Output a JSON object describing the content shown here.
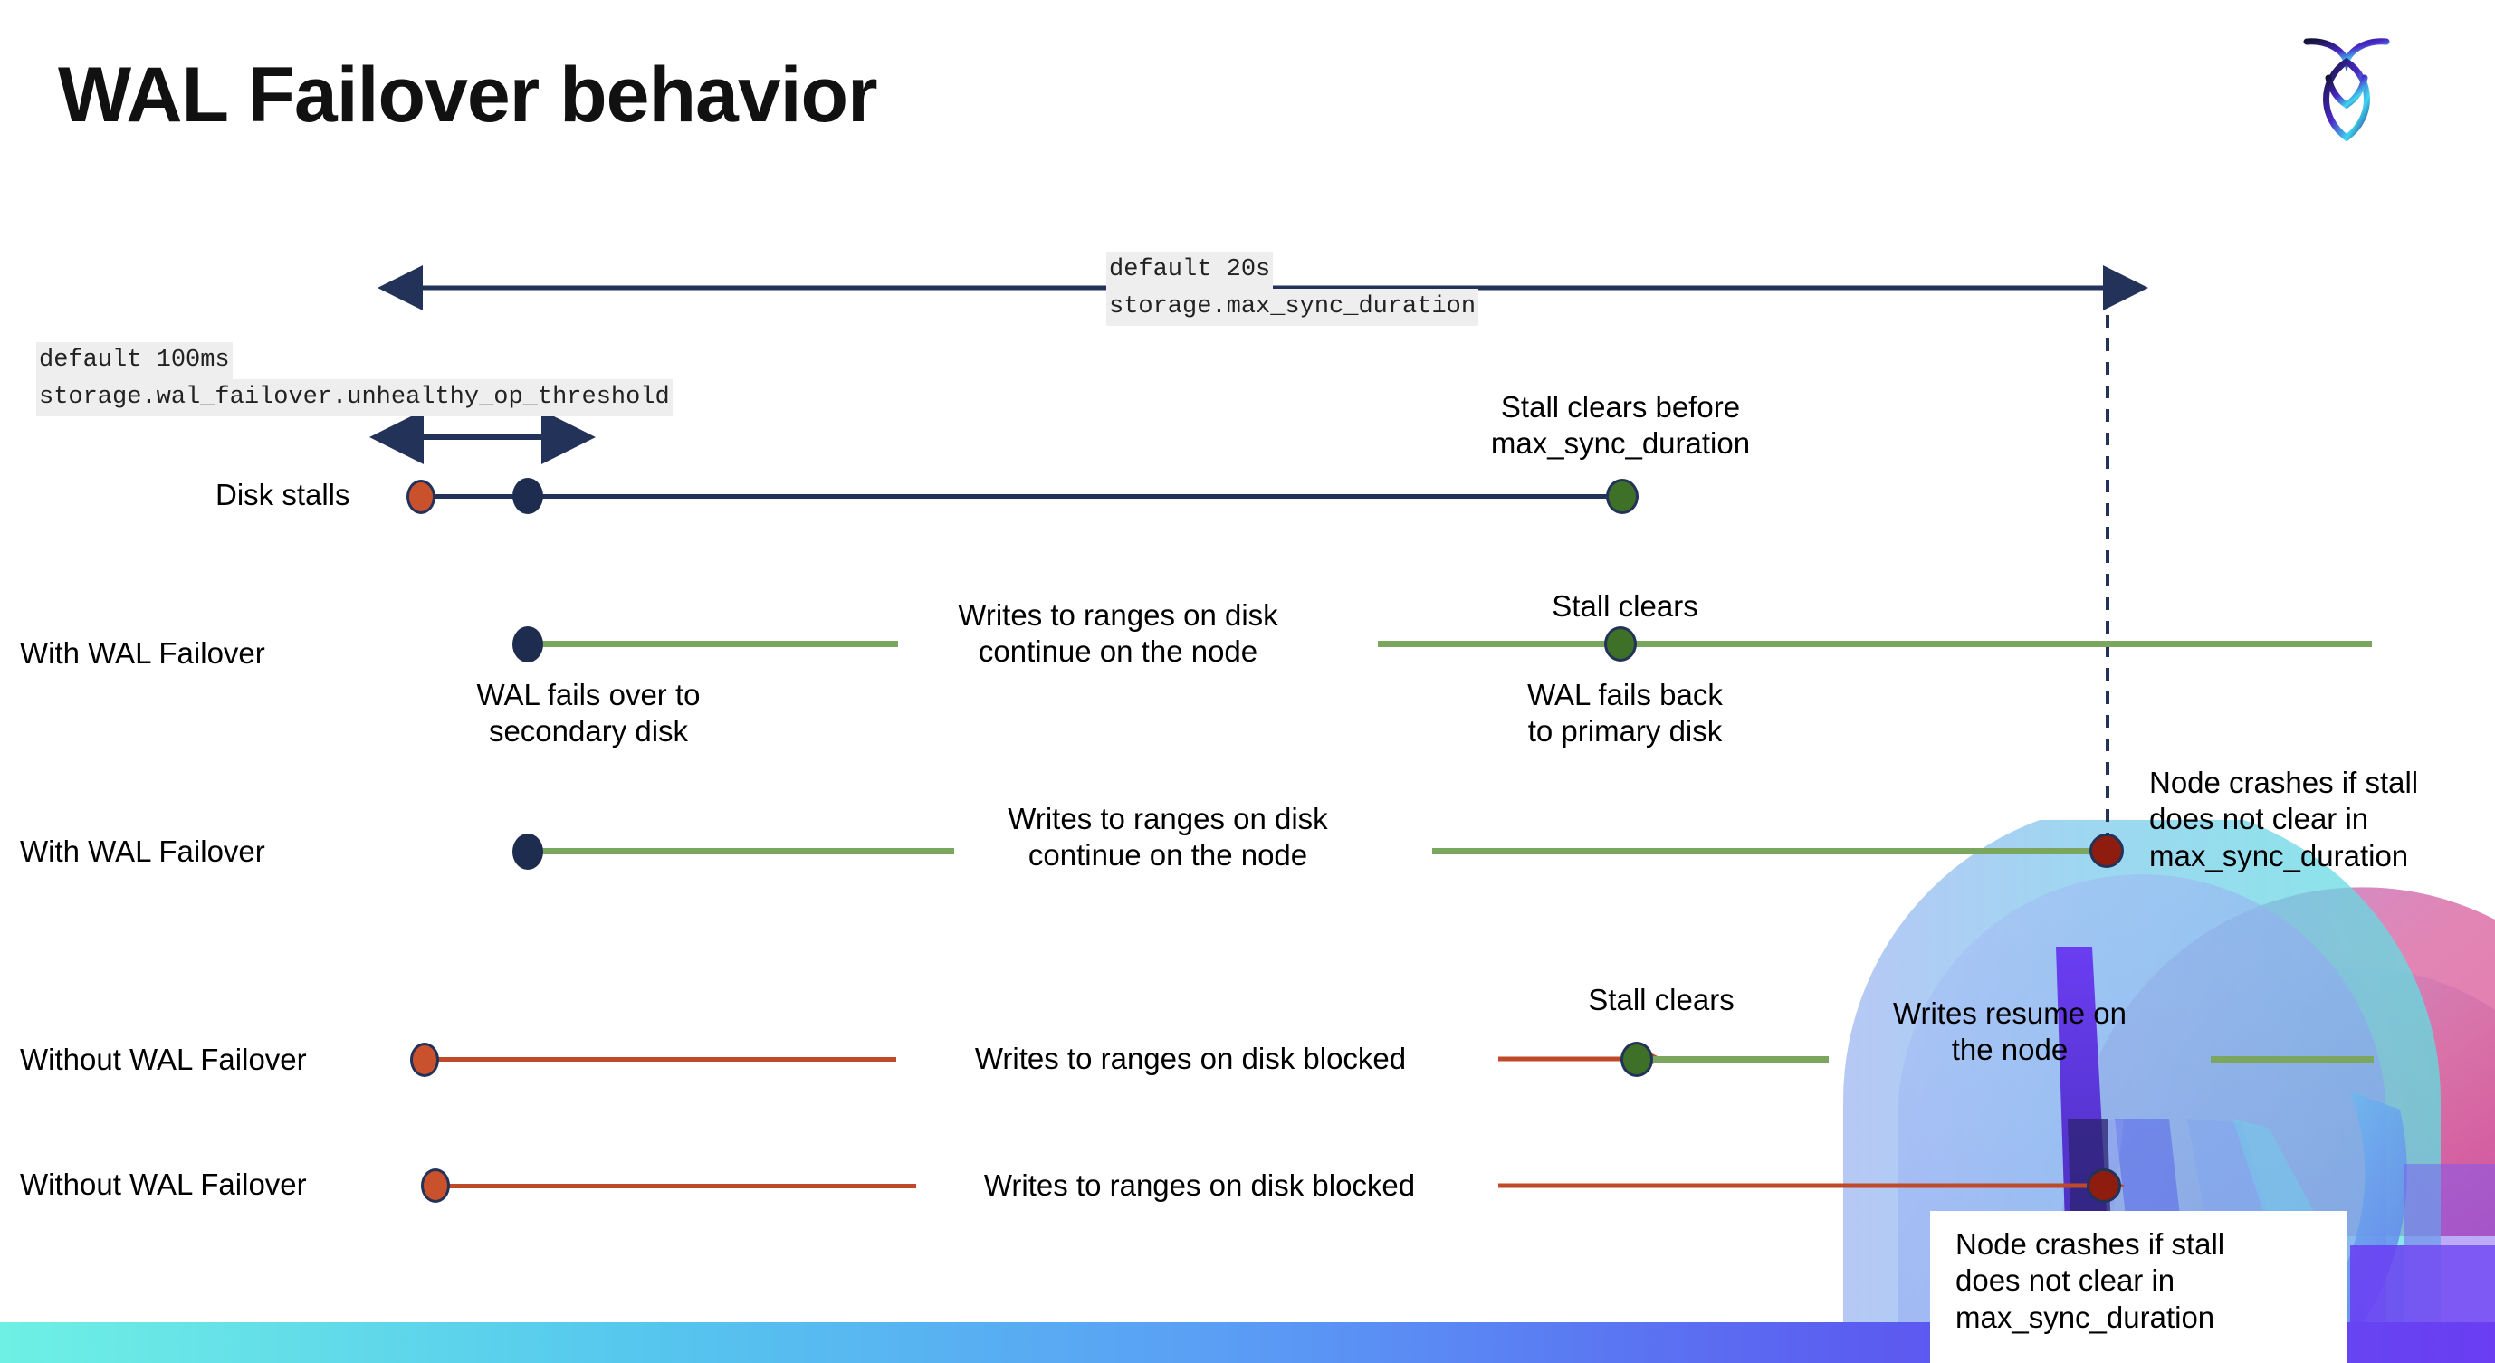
{
  "slide": {
    "title": "WAL Failover behavior",
    "logo_name": "cockroachdb-logo"
  },
  "annotations": {
    "max_sync": {
      "default": "default 20s",
      "setting": "storage.max_sync_duration"
    },
    "unhealthy": {
      "default": "default 100ms",
      "setting": "storage.wal_failover.unhealthy_op_threshold"
    }
  },
  "rows": [
    {
      "label": "Disk stalls",
      "notes": [
        {
          "text": "Stall clears before\nmax_sync_duration"
        }
      ]
    },
    {
      "label": "With WAL Failover",
      "notes": [
        {
          "text": "Writes to ranges on disk\ncontinue on the node"
        },
        {
          "text": "WAL fails over to\nsecondary disk"
        },
        {
          "text": "Stall clears"
        },
        {
          "text": "WAL fails  back\nto primary disk"
        }
      ]
    },
    {
      "label": "With WAL Failover",
      "notes": [
        {
          "text": "Writes to ranges on disk\ncontinue on the node"
        },
        {
          "text": "Node crashes if stall\ndoes not clear in\nmax_sync_duration"
        }
      ]
    },
    {
      "label": "Without WAL Failover",
      "notes": [
        {
          "text": "Writes to ranges on disk  blocked"
        },
        {
          "text": "Stall clears"
        },
        {
          "text": "Writes resume on\nthe node"
        }
      ]
    },
    {
      "label": "Without WAL Failover",
      "notes": [
        {
          "text": "Writes to ranges on disk  blocked"
        },
        {
          "text": "Node crashes if stall\ndoes not clear in\nmax_sync_duration"
        }
      ]
    }
  ],
  "labels": {
    "disk_stalls": "Disk stalls",
    "with_wal_1": "With WAL Failover",
    "with_wal_2": "With WAL Failover",
    "without_wal_1": "Without WAL Failover",
    "without_wal_2": "Without WAL Failover",
    "stall_clears_before": "Stall clears before",
    "max_sync_duration": "max_sync_duration",
    "writes_continue_1": "Writes to ranges on disk",
    "writes_continue_2": "continue on the node",
    "wal_fails_over_1": "WAL fails over to",
    "wal_fails_over_2": "secondary disk",
    "stall_clears": "Stall clears",
    "wal_fails_back_1": "WAL fails  back",
    "wal_fails_back_2": "to primary disk",
    "node_crashes_1": "Node crashes if stall",
    "node_crashes_2": "does not clear in",
    "node_crashes_3": "max_sync_duration",
    "writes_blocked": "Writes to ranges on disk  blocked",
    "writes_resume_1": "Writes resume on",
    "writes_resume_2": "the node"
  },
  "colors": {
    "navy": "#223259",
    "green": "#7aa75d",
    "red": "#c0492a",
    "dot_orange": "#c9512c",
    "dot_green": "#3e7027",
    "dot_darkred": "#8e1d10",
    "dot_navy": "#1e2d4f",
    "code_bg": "#eeeeee",
    "bar_gradient_start": "#6ef0e4",
    "bar_gradient_end": "#6a3df2"
  }
}
